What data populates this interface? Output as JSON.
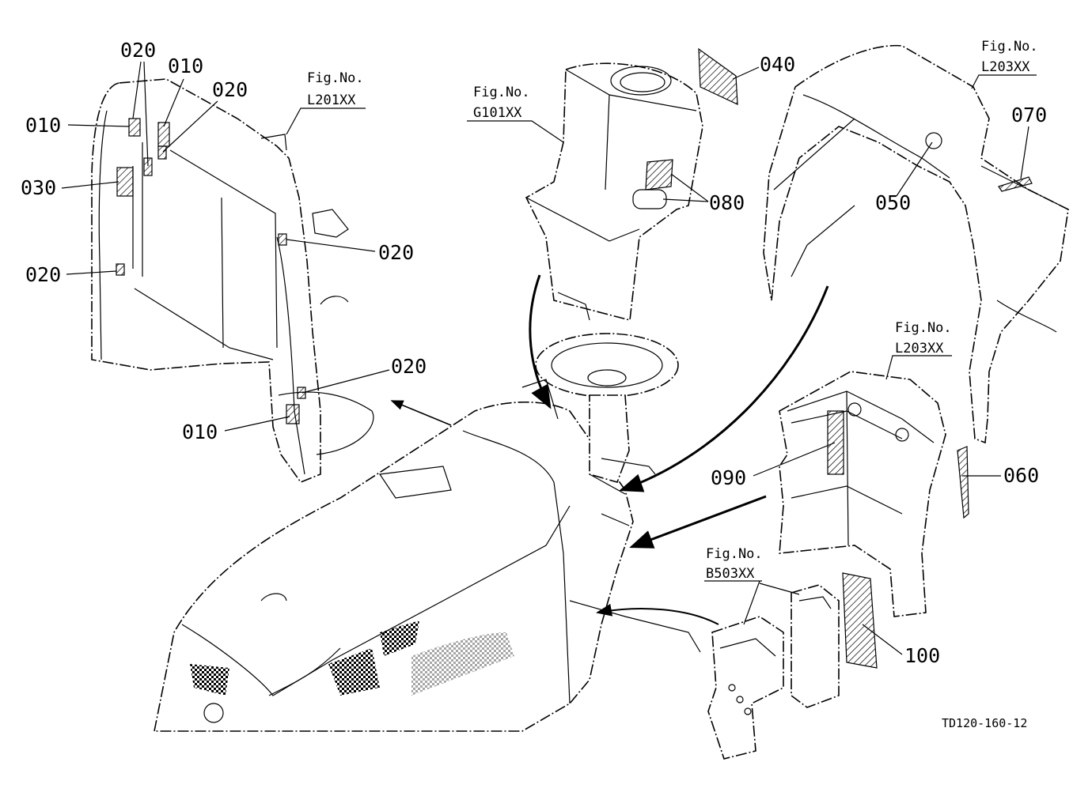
{
  "parts": [
    {
      "id": "p010a",
      "label": "010"
    },
    {
      "id": "p010b",
      "label": "010"
    },
    {
      "id": "p010c",
      "label": "010"
    },
    {
      "id": "p020a",
      "label": "020"
    },
    {
      "id": "p020b",
      "label": "020"
    },
    {
      "id": "p020c",
      "label": "020"
    },
    {
      "id": "p020d",
      "label": "020"
    },
    {
      "id": "p020e",
      "label": "020"
    },
    {
      "id": "p030",
      "label": "030"
    },
    {
      "id": "p040",
      "label": "040"
    },
    {
      "id": "p050",
      "label": "050"
    },
    {
      "id": "p060",
      "label": "060"
    },
    {
      "id": "p070",
      "label": "070"
    },
    {
      "id": "p080",
      "label": "080"
    },
    {
      "id": "p090",
      "label": "090"
    },
    {
      "id": "p100",
      "label": "100"
    }
  ],
  "figrefs": [
    {
      "title": "Fig.No.",
      "code": "L201XX"
    },
    {
      "title": "Fig.No.",
      "code": "G101XX"
    },
    {
      "title": "Fig.No.",
      "code": "L203XX"
    },
    {
      "title": "Fig.No.",
      "code": "L203XX"
    },
    {
      "title": "Fig.No.",
      "code": "B503XX"
    }
  ],
  "drawing_code": "TD120-160-12"
}
